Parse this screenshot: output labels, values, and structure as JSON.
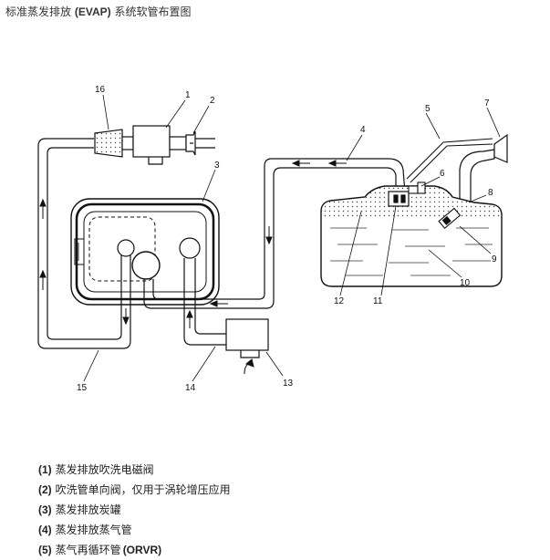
{
  "header": {
    "title_prefix": "标准蒸发排放",
    "title_bold": "(EVAP)",
    "title_suffix": "系统软管布置图"
  },
  "callouts": [
    "1",
    "2",
    "3",
    "4",
    "5",
    "6",
    "7",
    "8",
    "9",
    "10",
    "11",
    "12",
    "13",
    "14",
    "15",
    "16"
  ],
  "legend": [
    {
      "num": "(1)",
      "text": "蒸发排放吹洗电磁阀",
      "suffix": ""
    },
    {
      "num": "(2)",
      "text": "吹洗管单向阀，仅用于涡轮增压应用",
      "suffix": ""
    },
    {
      "num": "(3)",
      "text": "蒸发排放炭罐",
      "suffix": ""
    },
    {
      "num": "(4)",
      "text": "蒸发排放蒸气管",
      "suffix": ""
    },
    {
      "num": "(5)",
      "text": "蒸气再循环管",
      "suffix": "(ORVR)"
    }
  ]
}
